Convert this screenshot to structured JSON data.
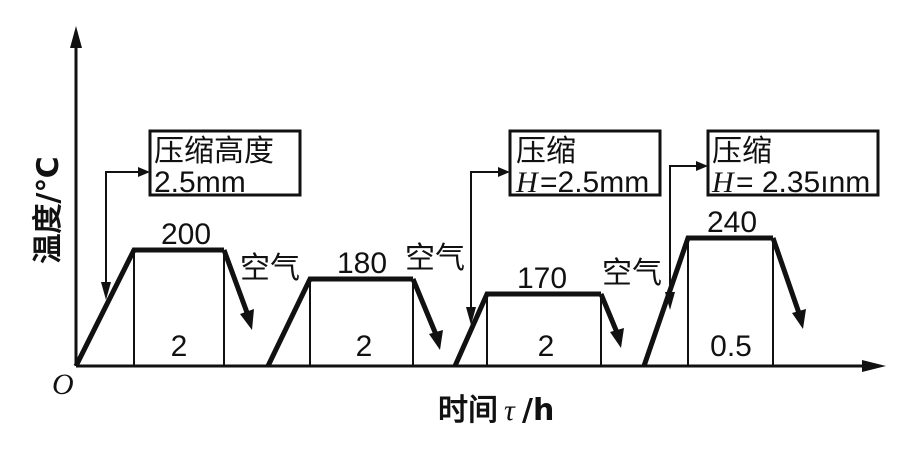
{
  "axes": {
    "y_label": "温度/℃",
    "x_label_prefix": "时间",
    "x_label_symbol": "τ",
    "x_label_unit": "/h",
    "origin": "O"
  },
  "stages": [
    {
      "temperature": "200",
      "duration": "2",
      "compression_title": "压缩高度",
      "compression_value": "2.5mm",
      "air_label": "空气"
    },
    {
      "temperature": "180",
      "duration": "2",
      "air_label": "空气"
    },
    {
      "temperature": "170",
      "duration": "2",
      "compression_title": "压缩",
      "compression_h": "H",
      "compression_value": "=2.5mm",
      "air_label": "空气"
    },
    {
      "temperature": "240",
      "duration": "0.5",
      "compression_title": "压缩",
      "compression_h": "H",
      "compression_value": "= 2.35ınm"
    }
  ]
}
